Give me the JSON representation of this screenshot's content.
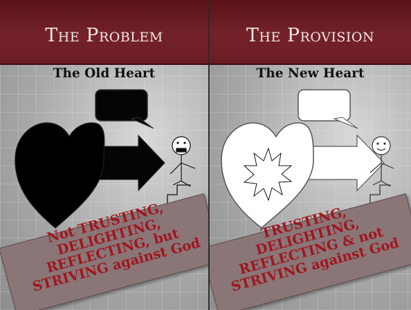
{
  "slide": {
    "left_panel": {
      "header_title": "The Problem",
      "subtitle": "The Old Heart",
      "banner_text": "Not TRUSTING,\nDELIGHTING,\nREFLECTING, but\nSTRIVING against God"
    },
    "right_panel": {
      "header_title": "The Provision",
      "subtitle": "The New Heart",
      "banner_text": "TRUSTING,\nDELIGHTING,\nREFLECTING & not\nSTRIVING against God"
    }
  },
  "colors": {
    "header_maroon": "#6b1c23",
    "header_text": "#f2e6e6",
    "banner_fill": "#8a7577",
    "banner_text": "#a0161e",
    "old_heart": "#000000",
    "new_heart": "#ffffff"
  },
  "icons": [
    "heart-icon",
    "arrow-icon",
    "speech-bubble-icon",
    "stick-figure-icon",
    "starburst-icon",
    "step-icon"
  ]
}
